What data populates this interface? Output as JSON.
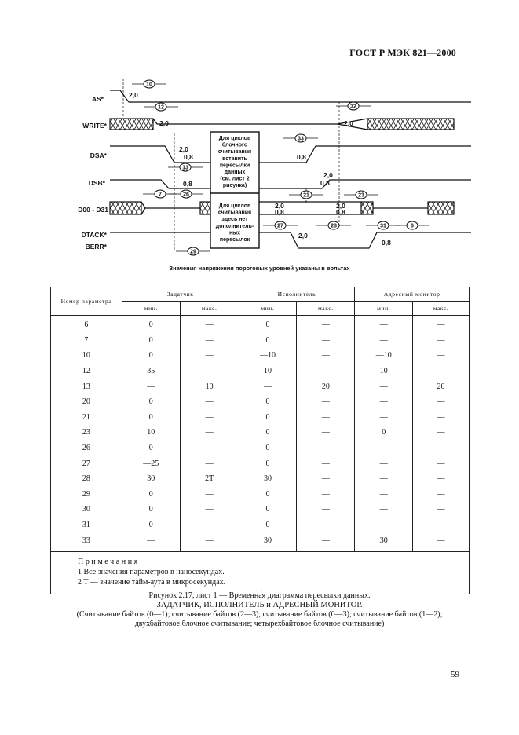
{
  "header": {
    "standard": "ГОСТ Р МЭК 821—2000"
  },
  "diagram": {
    "signals": [
      "AS*",
      "WRITE*",
      "DSA*",
      "DSB*",
      "D00 - D31",
      "DTACK*",
      "BERR*"
    ],
    "box_top_lines": [
      "Для циклов",
      "блочного",
      "считывания",
      "вставить",
      "пересылки",
      "данных",
      "(см. лист 2",
      "рисунка)"
    ],
    "box_bottom_lines": [
      "Для циклов",
      "считывания",
      "здесь нет",
      "дополнитель-",
      "ных",
      "пересылок"
    ],
    "level_labels": {
      "high": "2,0",
      "low": "0,8"
    },
    "param_markers": [
      "10",
      "12",
      "13",
      "7",
      "26",
      "29",
      "33",
      "21",
      "23",
      "27",
      "28",
      "31",
      "6",
      "32"
    ],
    "caption": "Значения напряжения пороговых уровней указаны в вольтах"
  },
  "table": {
    "param_header": "Номер параметра",
    "groups": [
      "Задатчик",
      "Исполнитель",
      "Адресный монитор"
    ],
    "subheaders": [
      "мин.",
      "макс.",
      "мин.",
      "макс.",
      "мин.",
      "макс."
    ],
    "rows": [
      [
        "6",
        "0",
        "—",
        "0",
        "—",
        "—",
        "—"
      ],
      [
        "7",
        "0",
        "—",
        "0",
        "—",
        "—",
        "—"
      ],
      [
        "10",
        "0",
        "—",
        "—10",
        "—",
        "—10",
        "—"
      ],
      [
        "12",
        "35",
        "—",
        "10",
        "—",
        "10",
        "—"
      ],
      [
        "13",
        "—",
        "10",
        "—",
        "20",
        "—",
        "20"
      ],
      [
        "20",
        "0",
        "—",
        "0",
        "—",
        "—",
        "—"
      ],
      [
        "21",
        "0",
        "—",
        "0",
        "—",
        "—",
        "—"
      ],
      [
        "23",
        "10",
        "—",
        "0",
        "—",
        "0",
        "—"
      ],
      [
        "26",
        "0",
        "—",
        "0",
        "—",
        "—",
        "—"
      ],
      [
        "27",
        "—25",
        "—",
        "0",
        "—",
        "—",
        "—"
      ],
      [
        "28",
        "30",
        "2T",
        "30",
        "—",
        "—",
        "—"
      ],
      [
        "29",
        "0",
        "—",
        "0",
        "—",
        "—",
        "—"
      ],
      [
        "30",
        "0",
        "—",
        "0",
        "—",
        "—",
        "—"
      ],
      [
        "31",
        "0",
        "—",
        "0",
        "—",
        "—",
        "—"
      ],
      [
        "33",
        "—",
        "—",
        "30",
        "—",
        "30",
        "—"
      ]
    ],
    "notes": {
      "title": "Примечания",
      "items": [
        "1 Все значения параметров в наносекундах.",
        "2 T — значение тайм-аута в микросекундах."
      ]
    }
  },
  "figure_caption": {
    "line1": "Рисунок 2.17, лист 1 — Временна́я диаграмма пересылки данных.",
    "line2": "ЗАДАТЧИК, ИСПОЛНИТЕЛЬ и АДРЕСНЫЙ МОНИТОР.",
    "line3": "(Считывание байтов (0—1); считывание байтов (2—3); считывание байтов (0—3); считывание байтов (1—2);",
    "line4": "двухбайтовое блочное считывание; четырехбайтовое блочное считывание)"
  },
  "page_number": "59"
}
